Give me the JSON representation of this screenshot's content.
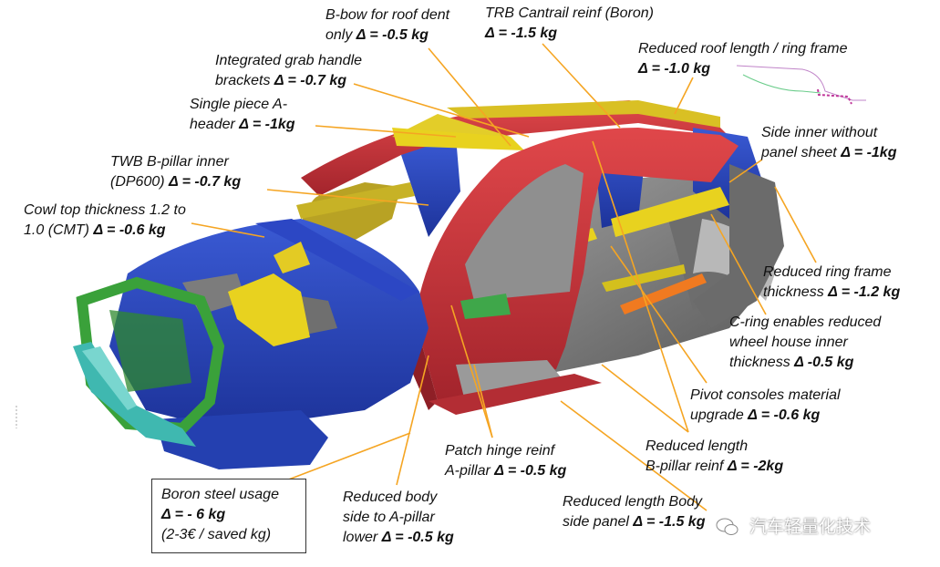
{
  "annotations": {
    "bbow": {
      "text": "B-bow for roof dent",
      "text2": "only ",
      "delta": "Δ = -0.5 kg"
    },
    "trb": {
      "text": "TRB Cantrail reinf (Boron)",
      "delta": "Δ = -1.5 kg"
    },
    "roof": {
      "text": "Reduced roof length / ring frame",
      "delta": "Δ = -1.0 kg"
    },
    "grab": {
      "text": "Integrated grab handle",
      "text2": "brackets ",
      "delta": "Δ = -0.7 kg"
    },
    "aheader": {
      "text": "Single piece A-",
      "text2": "header ",
      "delta": "Δ = -1kg"
    },
    "sideinner": {
      "text": "Side inner without",
      "text2": "panel sheet ",
      "delta": "Δ = -1kg"
    },
    "twb": {
      "text": "TWB B-pillar inner",
      "text2": "(DP600) ",
      "delta": "Δ = -0.7 kg"
    },
    "cowl": {
      "text": "Cowl top thickness 1.2 to",
      "text2": "1.0 (CMT) ",
      "delta": "Δ = -0.6 kg"
    },
    "ringframe": {
      "text": "Reduced ring frame",
      "text2": "thickness ",
      "delta": "Δ = -1.2 kg"
    },
    "cring": {
      "text": "C-ring enables reduced",
      "text2": "wheel house inner",
      "text3": "thickness ",
      "delta": "Δ -0.5 kg"
    },
    "pivot": {
      "text": "Pivot consoles material",
      "text2": "upgrade ",
      "delta": "Δ = -0.6 kg"
    },
    "patch": {
      "text": "Patch hinge reinf",
      "text2": "A-pillar ",
      "delta": "Δ = -0.5 kg"
    },
    "bpillar": {
      "text": "Reduced length",
      "text2": "B-pillar reinf ",
      "delta": "Δ = -2kg"
    },
    "bodyside": {
      "text": "Reduced body",
      "text2": "side to A-pillar",
      "text3": "lower ",
      "delta": "Δ = -0.5 kg"
    },
    "sidepanel": {
      "text": "Reduced length Body",
      "text2": "side panel ",
      "delta": "Δ = -1.5 kg"
    }
  },
  "boron_box": {
    "line1": "Boron steel usage",
    "delta": "Δ = - 6 kg",
    "line3": "(2-3€ / saved kg)"
  },
  "watermark": {
    "text": "汽车轻量化技术",
    "icon": "wechat-icon"
  },
  "colors": {
    "red": "#c8333a",
    "blue": "#2744b8",
    "yellow": "#e8d21f",
    "green": "#3aa13a",
    "cyan": "#3fb8b0",
    "gray": "#7a7a7a",
    "leader": "#f5a523",
    "orange": "#f07a20"
  }
}
